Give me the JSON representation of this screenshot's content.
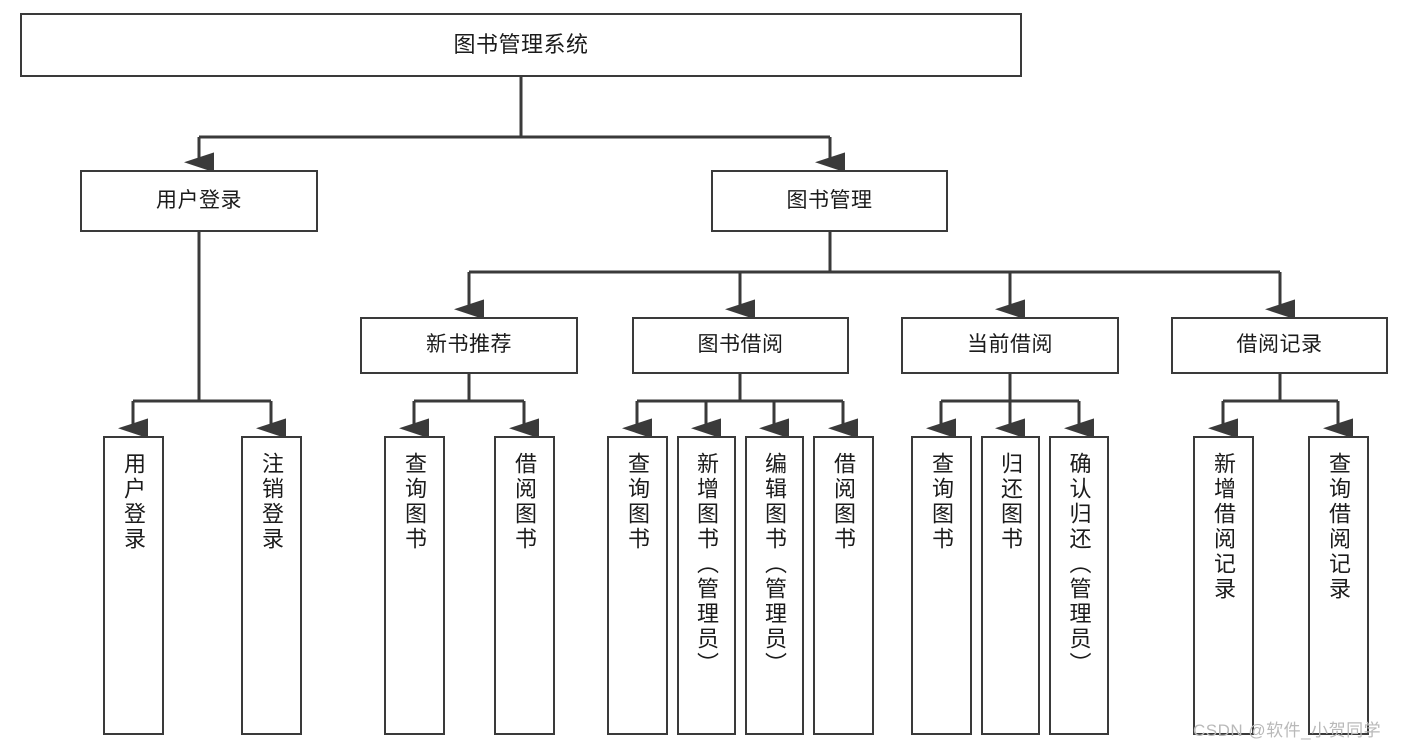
{
  "diagram": {
    "type": "tree",
    "title": "图书管理系统",
    "root": {
      "label": "图书管理系统"
    },
    "level1": [
      {
        "label": "用户登录"
      },
      {
        "label": "图书管理"
      }
    ],
    "level2": [
      {
        "label": "新书推荐"
      },
      {
        "label": "图书借阅"
      },
      {
        "label": "当前借阅"
      },
      {
        "label": "借阅记录"
      }
    ],
    "leaves": {
      "user_login": [
        {
          "label": "用户登录"
        },
        {
          "label": "注销登录"
        }
      ],
      "new_book_recommend": [
        {
          "label": "查询图书"
        },
        {
          "label": "借阅图书"
        }
      ],
      "book_borrow": [
        {
          "label": "查询图书"
        },
        {
          "label": "新增图书（管理员）"
        },
        {
          "label": "编辑图书（管理员）"
        },
        {
          "label": "借阅图书"
        }
      ],
      "current_borrow": [
        {
          "label": "查询图书"
        },
        {
          "label": "归还图书"
        },
        {
          "label": "确认归还（管理员）"
        }
      ],
      "borrow_record": [
        {
          "label": "新增借阅记录"
        },
        {
          "label": "查询借阅记录"
        }
      ]
    },
    "colors": {
      "stroke": "#3a3a3a",
      "fill": "#ffffff",
      "text": "#1b1b1b",
      "watermark": "#b9b9b9"
    }
  },
  "watermark": {
    "text": "CSDN @软件_小贺同学"
  }
}
